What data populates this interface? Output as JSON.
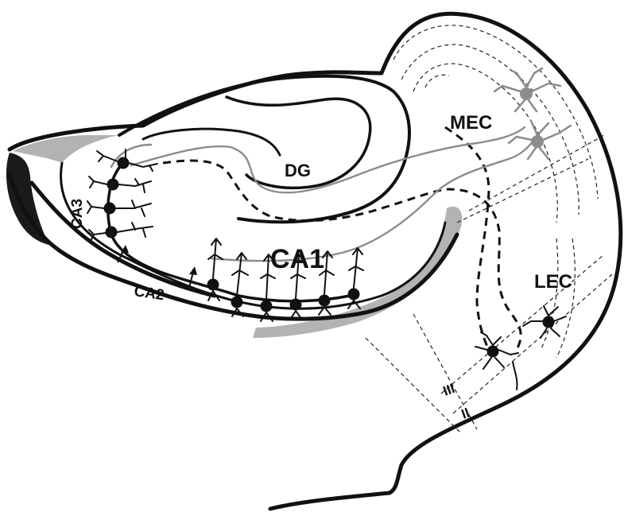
{
  "labels": {
    "ca1": "CA1",
    "ca2": "CA2",
    "ca3": "CA3",
    "dg": "DG",
    "mec": "MEC",
    "lec": "LEC",
    "layer_ii": "II",
    "layer_iii": "III"
  },
  "colors": {
    "ink": "#111111",
    "fiber_gray": "#8c8c8c",
    "fill_gray": "#b3b3b3",
    "dark_fill": "#1a1a1a",
    "background": "#ffffff"
  }
}
